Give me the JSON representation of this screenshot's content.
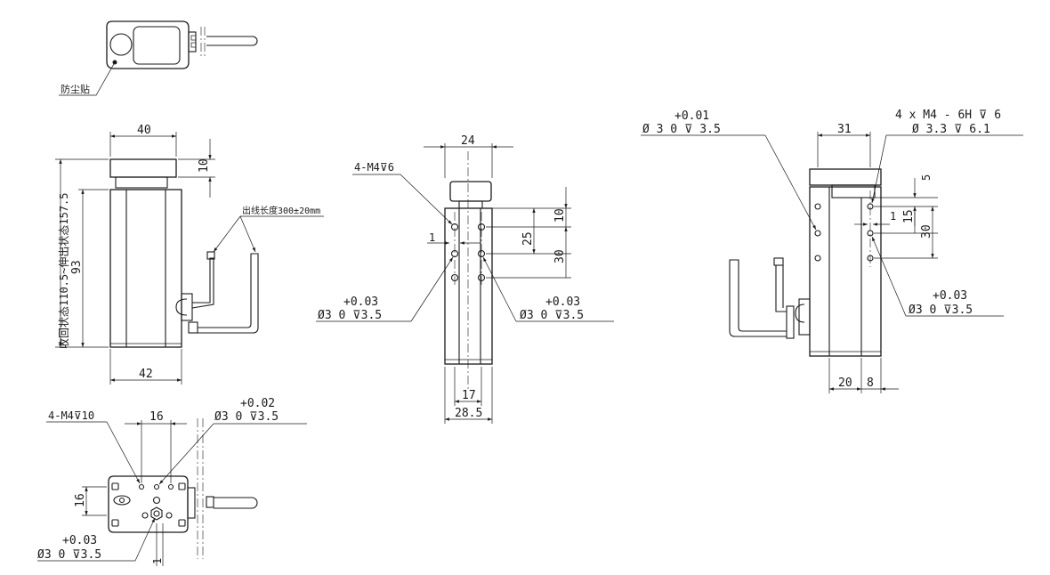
{
  "top_detail": {
    "label": "防尘贴"
  },
  "front_view": {
    "dim_width_top": "40",
    "dim_cap_height": "10",
    "dim_stroke_range": "收回状态110.5~伸出状态157.5",
    "dim_body_height": "93",
    "dim_width_bottom": "42",
    "cable_note": "出线长度300±20mm"
  },
  "side_view": {
    "dim_top_width": "24",
    "tap_note": "4-M4",
    "tap_depth": "6",
    "dim_1": "1",
    "dim_10": "10",
    "dim_25": "25",
    "dim_30": "30",
    "dim_17": "17",
    "dim_28_5": "28.5",
    "pin_left": {
      "tol": "+0.03",
      "line": "Ø3  0   ⊽3.5"
    },
    "pin_right": {
      "tol": "+0.03",
      "line": "Ø3  0   ⊽3.5"
    }
  },
  "right_view": {
    "pin_top_left": {
      "tol": "+0.01",
      "line": "Ø 3   0     ⊽ 3.5"
    },
    "dim_31": "31",
    "thread_note_1": "4 x   M4 - 6H ⊽ 6",
    "thread_note_2": "Ø  3.3 ⊽ 6.1",
    "dim_5": "5",
    "dim_1": "1",
    "dim_15": "15",
    "dim_30": "30",
    "pin_bottom_right": {
      "tol": "+0.03",
      "line": "Ø3   0    ⊽3.5"
    },
    "dim_20": "20",
    "dim_8": "8"
  },
  "bottom_view": {
    "tap_note": "4-M4⊽10",
    "dim_16_top": "16",
    "pin_top": {
      "tol": "+0.02",
      "line": "Ø3   0    ⊽3.5"
    },
    "dim_16_side": "16",
    "pin_bottom": {
      "tol": "+0.03",
      "line": "Ø3   0    ⊽3.5"
    },
    "dim_1": "1"
  }
}
